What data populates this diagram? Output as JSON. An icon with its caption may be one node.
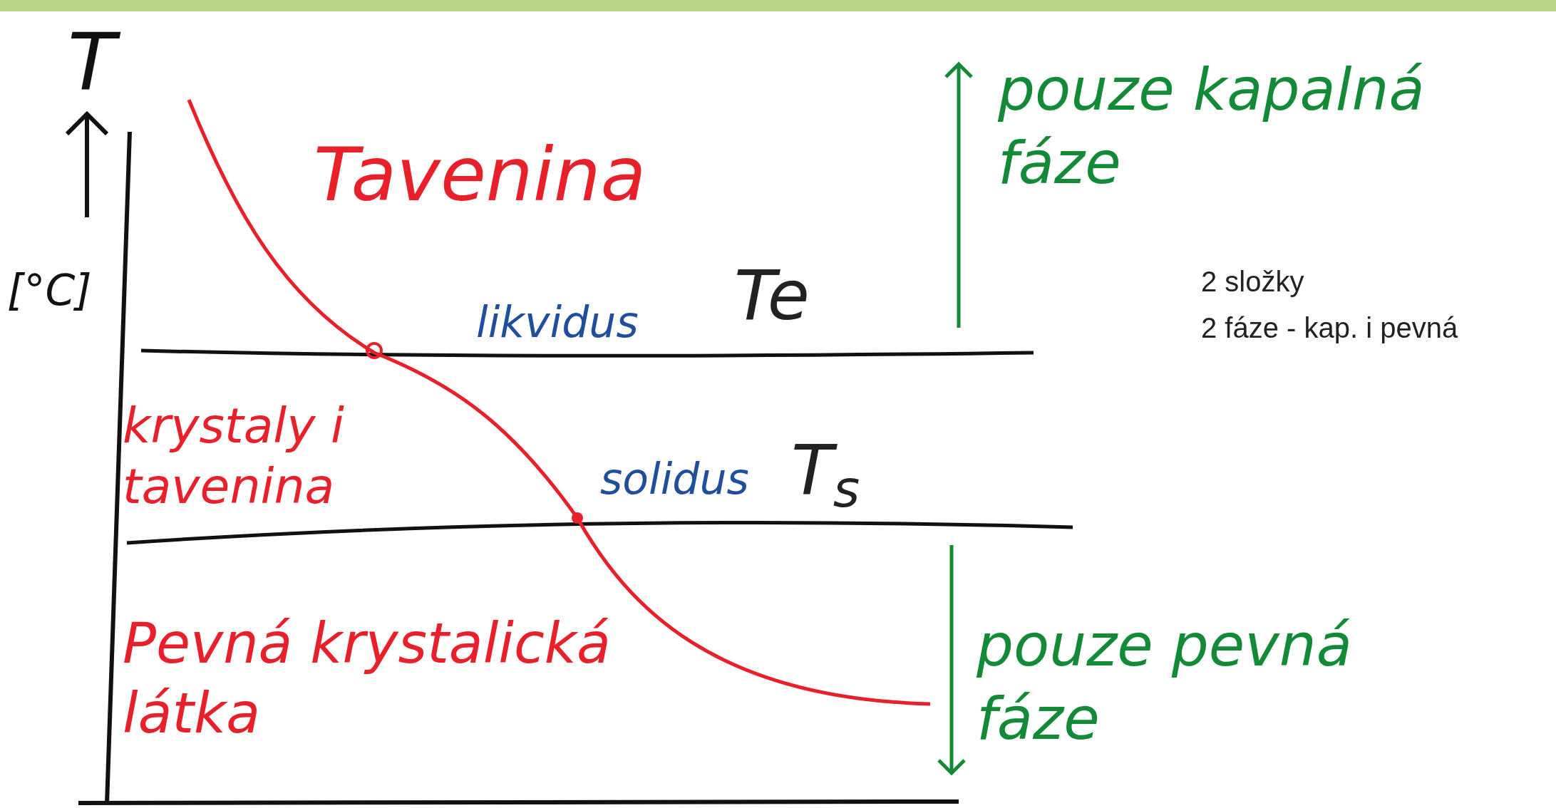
{
  "diagram": {
    "labels": [
      "T",
      "[°C]",
      "pouze kapalná fáze",
      "Tavenina",
      "2 složky",
      "2 fáze - kap. i pevná",
      "likvidus",
      "Te",
      "krystaly i tavenina",
      "solidus",
      "T$_{s}$",
      "Pevná krystalická látka",
      "pouze pevná fáze"
    ]
  }
}
